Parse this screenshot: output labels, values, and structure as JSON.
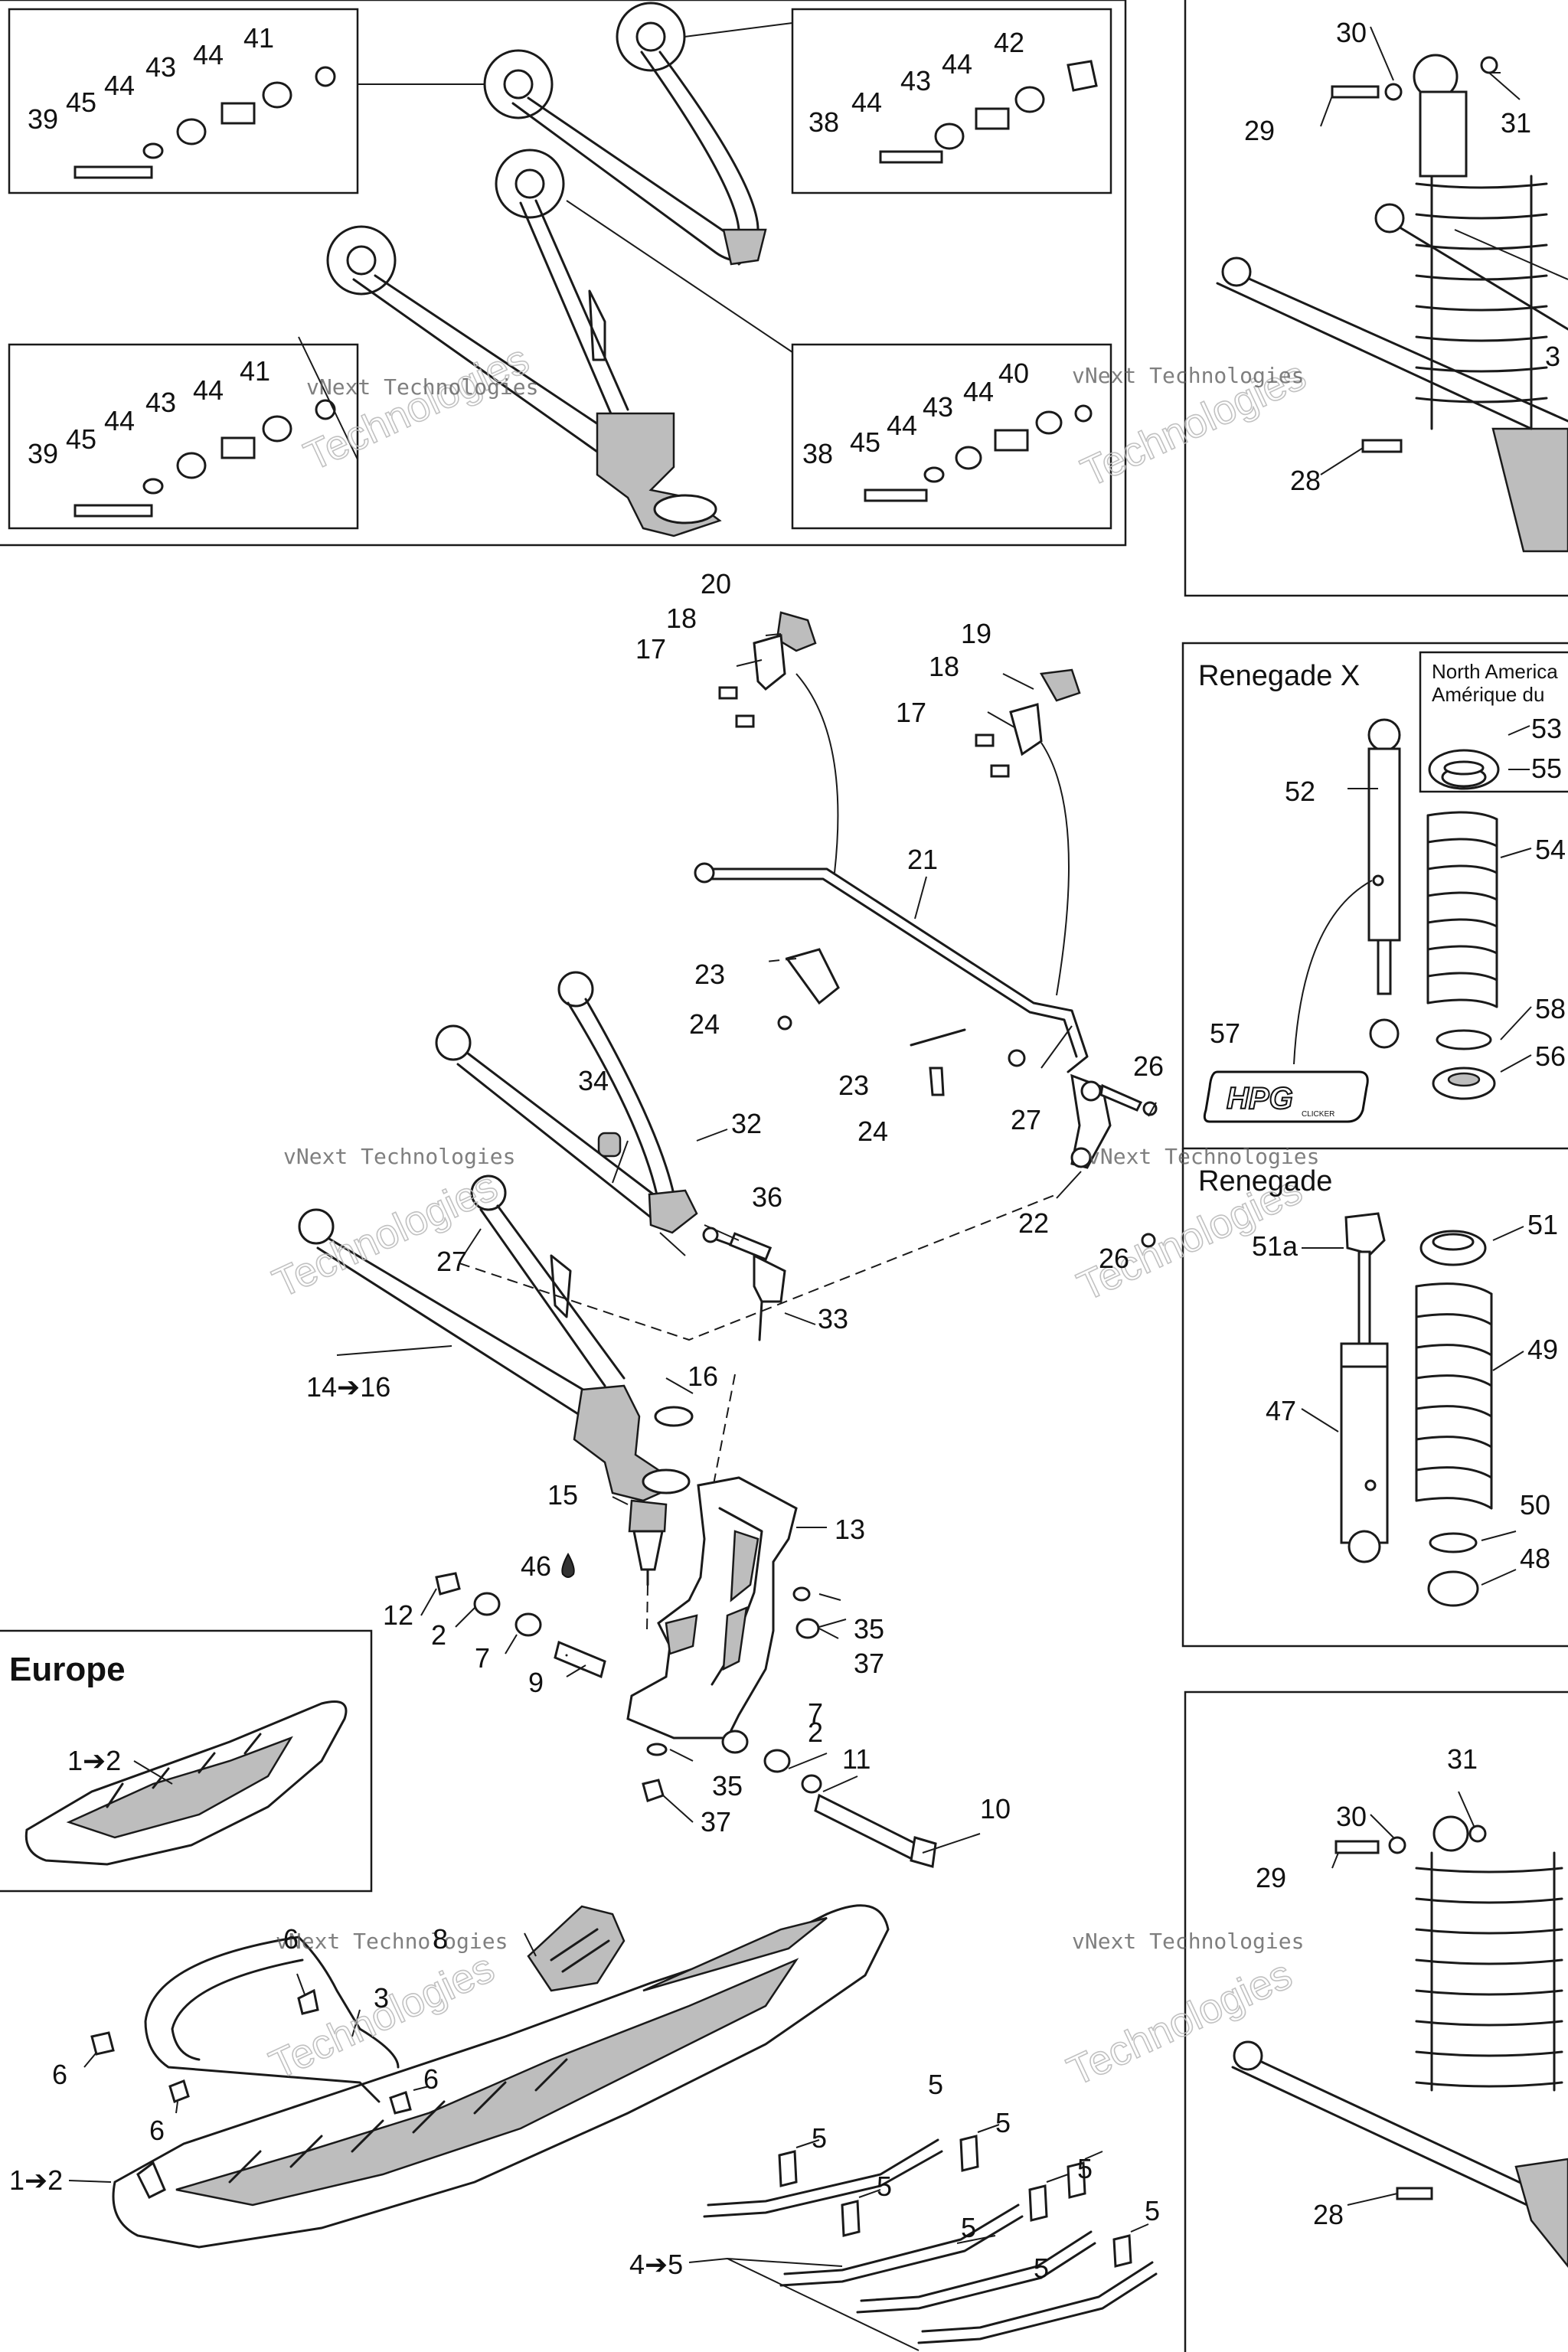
{
  "insets": {
    "renegade_x_title": "Renegade X",
    "renegade_title": "Renegade",
    "north_america_line1": "North America",
    "north_america_line2": "Amérique du",
    "europe_title": "Europe",
    "hpg_logo": "HPG",
    "hpg_sub": "CLICKER"
  },
  "watermark": {
    "line1": "vNext Technologies",
    "line2": "Technologies"
  },
  "callouts": {
    "c41a": "41",
    "c42": "42",
    "c39a": "39",
    "c45a": "45",
    "c44a": "44",
    "c43a": "43",
    "c44b": "44",
    "c38a": "38",
    "c44c": "44",
    "c43b": "43",
    "c44d": "44",
    "c30a": "30",
    "c29a": "29",
    "c31a": "31",
    "c3a": "3",
    "c28a": "28",
    "c41b": "41",
    "c39b": "39",
    "c45b": "45",
    "c44e": "44",
    "c43c": "43",
    "c44f": "44",
    "c40": "40",
    "c38b": "38",
    "c45c": "45",
    "c44g": "44",
    "c43d": "43",
    "c44h": "44",
    "c20": "20",
    "c18a": "18",
    "c17a": "17",
    "c19": "19",
    "c18b": "18",
    "c17b": "17",
    "c21": "21",
    "c23a": "23",
    "c24a": "24",
    "c23b": "23",
    "c24b": "24",
    "c34": "34",
    "c32": "32",
    "c27a": "27",
    "c26a": "26",
    "c36": "36",
    "c22": "22",
    "c26b": "26",
    "c27b": "27",
    "c33": "33",
    "c14": "14➔16",
    "c16": "16",
    "c15": "15",
    "c13": "13",
    "c46": "46",
    "c12": "12",
    "c2a": "2",
    "c7a": "7",
    "c9": "9",
    "c35a": "35",
    "c37a": "37",
    "c7b": "7",
    "c2b": "2",
    "c11": "11",
    "c35b": "35",
    "c37b": "37",
    "c10": "10",
    "c52": "52",
    "c53": "53",
    "c55": "55",
    "c54": "54",
    "c57": "57",
    "c58": "58",
    "c56": "56",
    "c51a": "51a",
    "c51": "51",
    "c49": "49",
    "c47": "47",
    "c50": "50",
    "c48": "48",
    "c1eu": "1➔2",
    "c8": "8",
    "c6a": "6",
    "c3b": "3",
    "c6b": "6",
    "c6c": "6",
    "c6d": "6",
    "c1b": "1➔2",
    "c5a": "5",
    "c5b": "5",
    "c5c": "5",
    "c5d": "5",
    "c5e": "5",
    "c5f": "5",
    "c5g": "5",
    "c5h": "5",
    "c4": "4➔5",
    "c30b": "30",
    "c31b": "31",
    "c29b": "29",
    "c28b": "28"
  },
  "colors": {
    "line": "#1a1a1a",
    "shade": "#bdbdbd",
    "background": "#ffffff"
  }
}
